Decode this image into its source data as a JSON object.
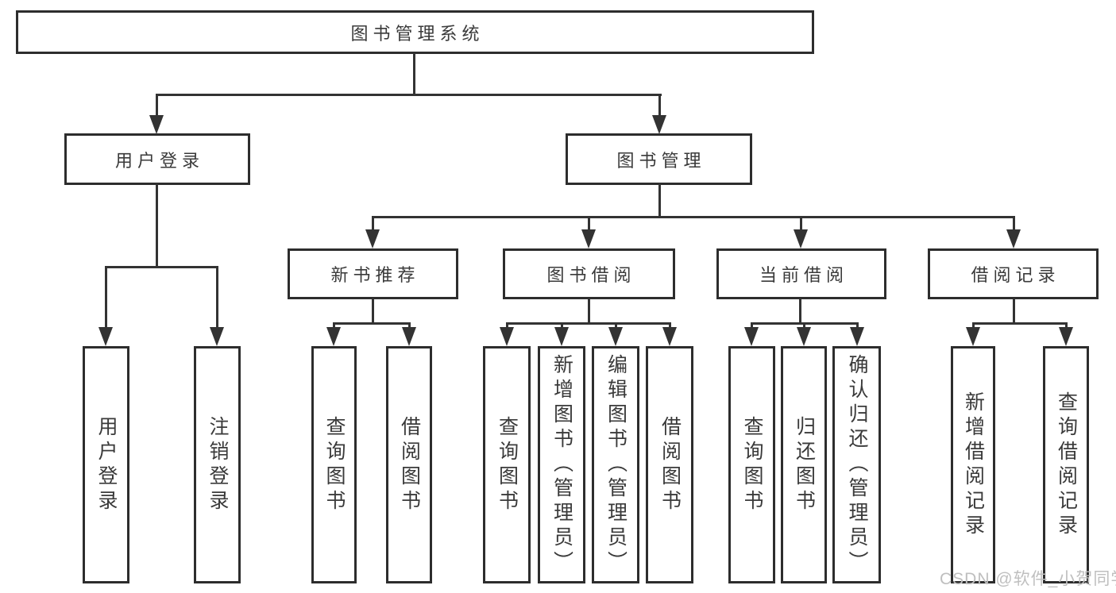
{
  "hierarchy": {
    "label": "图书管理系统",
    "children": [
      {
        "label": "用户登录",
        "children": [
          {
            "label": "用户登录"
          },
          {
            "label": "注销登录"
          }
        ]
      },
      {
        "label": "图书管理",
        "children": [
          {
            "label": "新书推荐",
            "children": [
              {
                "label": "查询图书"
              },
              {
                "label": "借阅图书"
              }
            ]
          },
          {
            "label": "图书借阅",
            "children": [
              {
                "label": "查询图书"
              },
              {
                "label": "新增图书（管理员）"
              },
              {
                "label": "编辑图书（管理员）"
              },
              {
                "label": "借阅图书"
              }
            ]
          },
          {
            "label": "当前借阅",
            "children": [
              {
                "label": "查询图书"
              },
              {
                "label": "归还图书"
              },
              {
                "label": "确认归还（管理员）"
              }
            ]
          },
          {
            "label": "借阅记录",
            "children": [
              {
                "label": "新增借阅记录"
              },
              {
                "label": "查询借阅记录"
              }
            ]
          }
        ]
      }
    ]
  },
  "watermark": {
    "text": "CSDN @软件_小贺同学"
  },
  "colors": {
    "line": "#333333",
    "box_border": "#2d2d2d",
    "text": "#3a3a3a",
    "watermark_text": "#bfbfbf",
    "background": "#ffffff"
  }
}
